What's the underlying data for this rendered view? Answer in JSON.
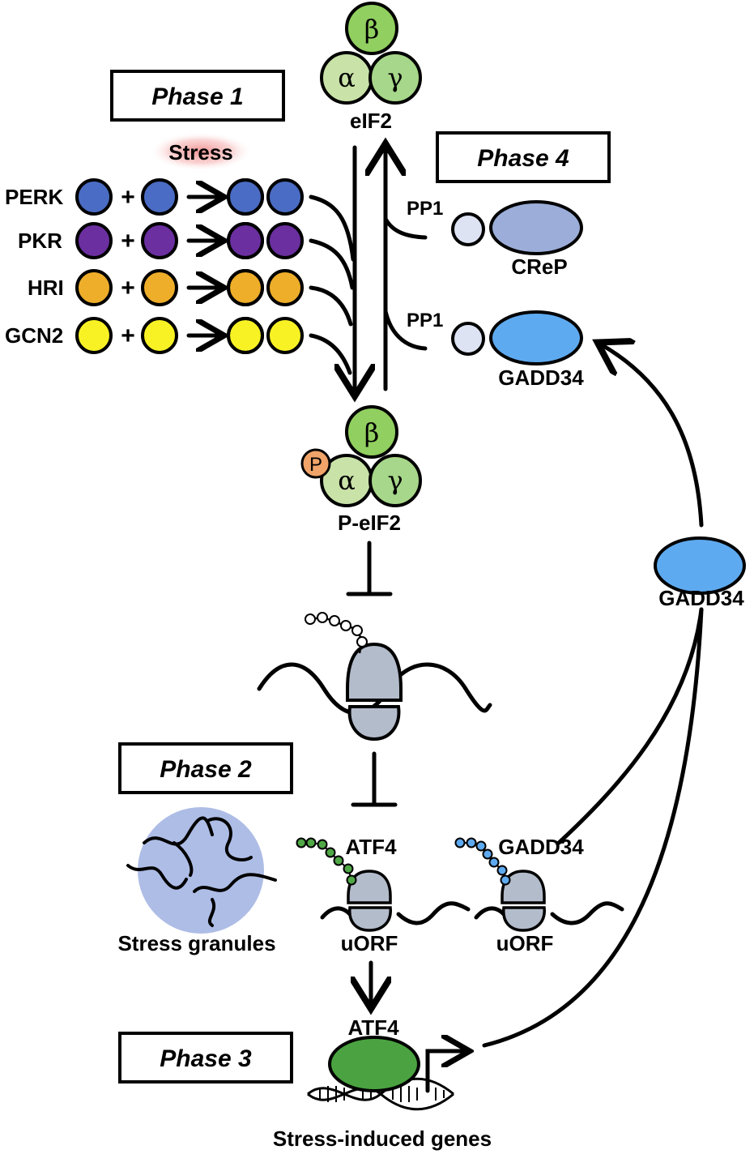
{
  "phases": {
    "phase1": "Phase 1",
    "phase2": "Phase 2",
    "phase3": "Phase 3",
    "phase4": "Phase 4"
  },
  "stress_label": "Stress",
  "kinases": [
    {
      "name": "PERK",
      "color": "#4a6cc4"
    },
    {
      "name": "PKR",
      "color": "#6b2fa0"
    },
    {
      "name": "HRI",
      "color": "#eeae2a"
    },
    {
      "name": "GCN2",
      "color": "#f8f225"
    }
  ],
  "plus": "+",
  "eif2": {
    "label": "eIF2",
    "alpha": "α",
    "beta": "β",
    "gamma": "γ",
    "beta_color": "#91cf60",
    "alpha_color": "#c9e2a8",
    "gamma_color": "#a7d78a"
  },
  "p_eif2": {
    "label": "P-eIF2",
    "phospho": "P",
    "phospho_color": "#f0a469"
  },
  "phosphatases": {
    "pp1_label": "PP1",
    "pp1_color": "#dde3f2",
    "crep_label": "CReP",
    "crep_color": "#9badd8",
    "gadd34_label": "GADD34",
    "gadd34_color": "#5eaaf0"
  },
  "translation": {
    "atf4_label": "ATF4",
    "gadd34_label": "GADD34",
    "uorf_label": "uORF",
    "ribosome_color": "#b3bccb",
    "atf4_bead_color": "#4fa845",
    "gadd34_bead_color": "#5eaaf0"
  },
  "stress_granules": {
    "label": "Stress granules",
    "color": "#aebde6"
  },
  "atf4_tf": {
    "label": "ATF4",
    "color": "#4aa340"
  },
  "genes_label": "Stress-induced genes",
  "gadd34_free_label": "GADD34"
}
